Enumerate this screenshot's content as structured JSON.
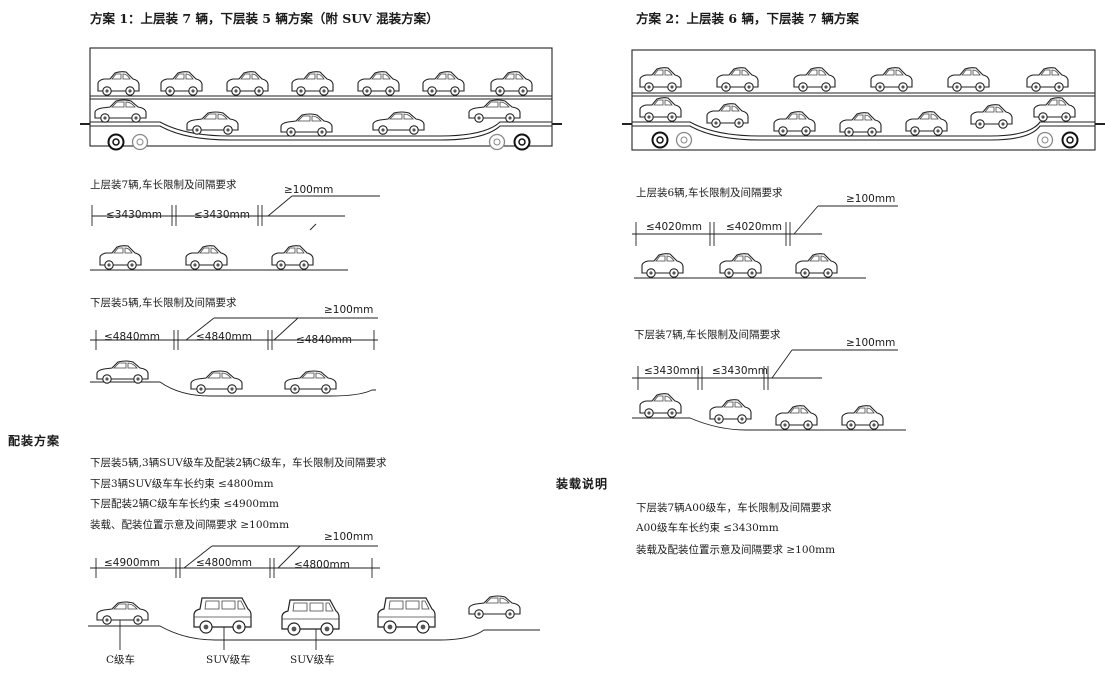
{
  "scheme1": {
    "title": "方案 1：上层装 7 辆，下层装 5 辆方案（附 SUV 混装方案）",
    "upper_label": "上层装7辆,车长限制及间隔要求",
    "upper_gap": "≥100mm",
    "upper_dims": [
      "≤3430mm",
      "≤3430mm"
    ],
    "lower_label": "下层装5辆,车长限制及间隔要求",
    "lower_gap": "≥100mm",
    "lower_dims": [
      "≤4840mm",
      "≤4840mm",
      "≤4840mm"
    ]
  },
  "mix": {
    "heading": "配装方案",
    "lines": [
      "下层装5辆,3辆SUV级车及配装2辆C级车，车长限制及间隔要求",
      "下层3辆SUV级车车长约束  ≤4800mm",
      "下层配装2辆C级车车长约束 ≤4900mm",
      "装载、配装位置示意及间隔要求 ≥100mm"
    ],
    "gap": "≥100mm",
    "dims": [
      "≤4900mm",
      "≤4800mm",
      "≤4800mm"
    ],
    "captions": [
      "C级车",
      "SUV级车",
      "SUV级车"
    ]
  },
  "scheme2": {
    "title": "方案 2：上层装 6 辆，下层装 7 辆方案",
    "upper_label": "上层装6辆,车长限制及间隔要求",
    "upper_gap": "≥100mm",
    "upper_dims": [
      "≤4020mm",
      "≤4020mm"
    ],
    "lower_label": "下层装7辆,车长限制及间隔要求",
    "lower_gap": "≥100mm",
    "lower_dims": [
      "≤3430mm",
      "≤3430mm"
    ]
  },
  "notes": {
    "heading": "装载说明",
    "lines": [
      "下层装7辆A00级车，车长限制及间隔要求",
      "A00级车车长约束 ≤3430mm",
      "装载及配装位置示意及间隔要求 ≥100mm"
    ]
  }
}
